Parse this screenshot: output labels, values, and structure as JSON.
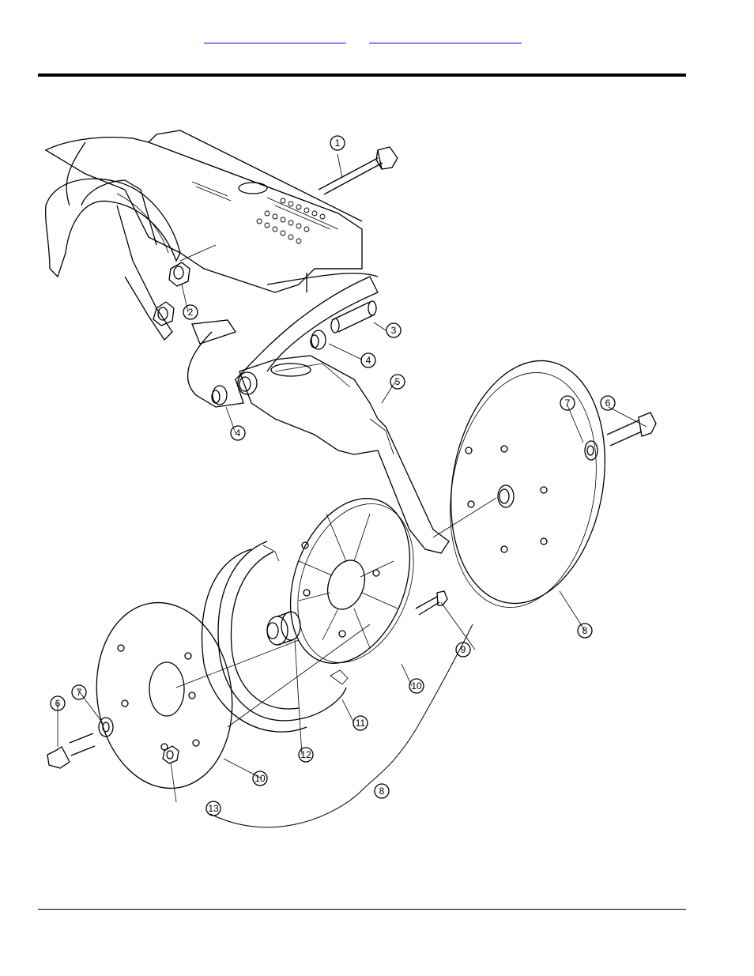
{
  "header": {
    "links": [
      "",
      ""
    ]
  },
  "diagram": {
    "callouts": [
      "1",
      "2",
      "3",
      "4",
      "4",
      "5",
      "6",
      "7",
      "8",
      "9",
      "10",
      "10",
      "11",
      "12",
      "13",
      "6",
      "7",
      "8"
    ]
  }
}
